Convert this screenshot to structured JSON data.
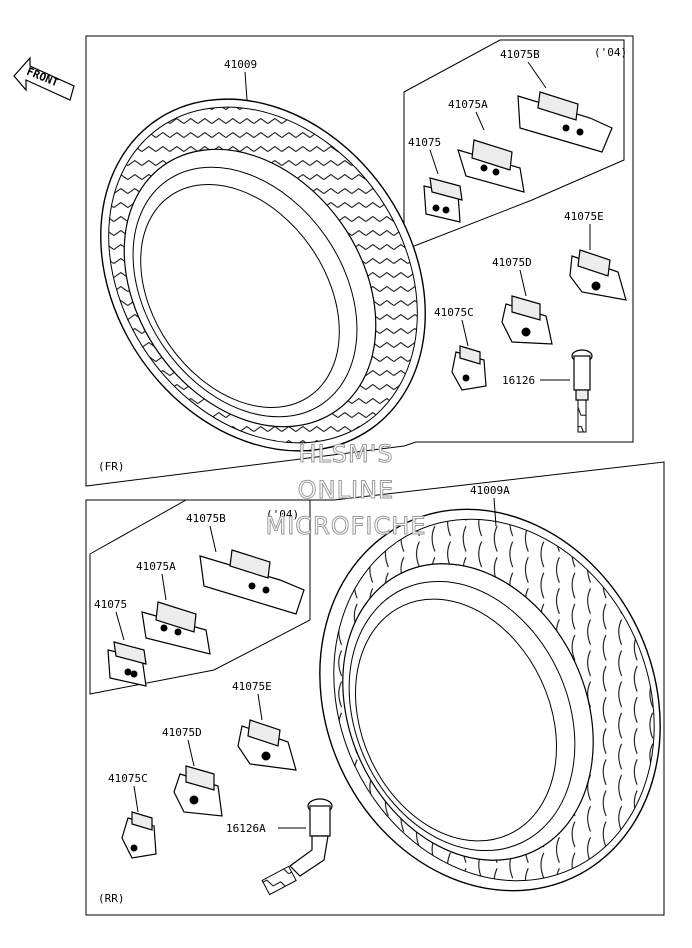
{
  "front_badge": "FRONT",
  "watermark": [
    "HLSM'S",
    "ONLINE",
    "MICROFICHE"
  ],
  "front_panel": {
    "section_tag": "(FR)",
    "tire_label": "41009",
    "weight_year_note": "('04)",
    "weights": [
      "41075B",
      "41075A",
      "41075"
    ],
    "clips": [
      "41075E",
      "41075D",
      "41075C"
    ],
    "valve_label": "16126"
  },
  "rear_panel": {
    "section_tag": "(RR)",
    "tire_label": "41009A",
    "weight_year_note": "('04)",
    "weights": [
      "41075B",
      "41075A",
      "41075"
    ],
    "clips": [
      "41075E",
      "41075D",
      "41075C"
    ],
    "valve_label": "16126A"
  }
}
